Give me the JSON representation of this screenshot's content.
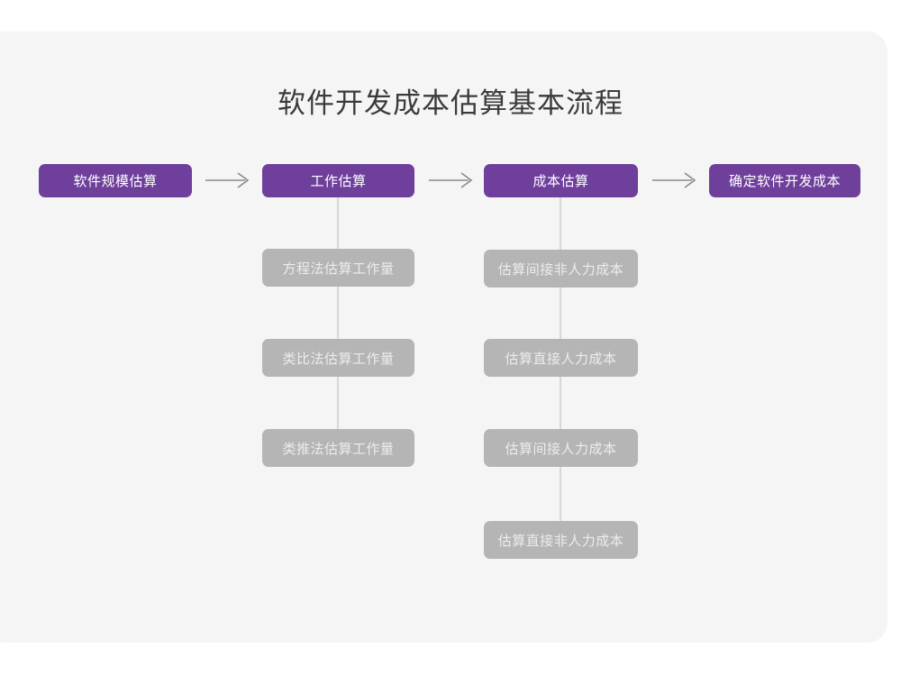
{
  "card": {
    "background": "#f5f5f5",
    "page_background": "#ffffff"
  },
  "diagram": {
    "title": "软件开发成本估算基本流程",
    "title_color": "#3b3b3b",
    "primary_color": "#6f3f9c",
    "primary_text_color": "#ffffff",
    "secondary_color": "#b5b5b5",
    "secondary_text_color": "#ececec",
    "connector_color": "#d7d7d7",
    "arrow_color": "#8a8a8a",
    "main_flow": [
      {
        "label": "软件规模估算"
      },
      {
        "label": "工作估算"
      },
      {
        "label": "成本估算"
      },
      {
        "label": "确定软件开发成本"
      }
    ],
    "arrows": [
      {
        "name": "arrow-1",
        "glyph": "→"
      },
      {
        "name": "arrow-2",
        "glyph": "→"
      },
      {
        "name": "arrow-3",
        "glyph": "→"
      }
    ],
    "branches": [
      {
        "parent": "工作估算",
        "items": [
          {
            "label": "方程法估算工作量"
          },
          {
            "label": "类比法估算工作量"
          },
          {
            "label": "类推法估算工作量"
          }
        ]
      },
      {
        "parent": "成本估算",
        "items": [
          {
            "label": "估算间接非人力成本"
          },
          {
            "label": "估算直接人力成本"
          },
          {
            "label": "估算间接人力成本"
          },
          {
            "label": "估算直接非人力成本"
          }
        ]
      }
    ]
  }
}
